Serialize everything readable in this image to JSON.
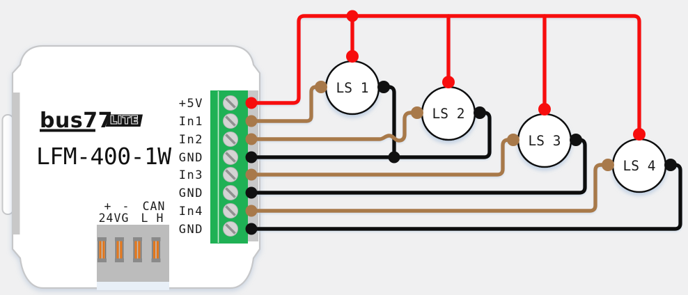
{
  "device": {
    "brand": "bus77",
    "badge": "LITE",
    "model": "LFM-400-1W",
    "terminals": [
      {
        "label": "+5V",
        "wire": "red"
      },
      {
        "label": "In1",
        "wire": "brown"
      },
      {
        "label": "In2",
        "wire": "brown"
      },
      {
        "label": "GND",
        "wire": "black"
      },
      {
        "label": "In3",
        "wire": "brown"
      },
      {
        "label": "GND",
        "wire": "black"
      },
      {
        "label": "In4",
        "wire": "brown"
      },
      {
        "label": "GND",
        "wire": "black"
      }
    ],
    "power_connector": {
      "plus": "+",
      "minus": "-",
      "can": "CAN",
      "v24": "24V",
      "g": "G",
      "l": "L",
      "h": "H"
    }
  },
  "sensors": [
    {
      "label": "LS 1"
    },
    {
      "label": "LS 2"
    },
    {
      "label": "LS 3"
    },
    {
      "label": "LS 4"
    }
  ],
  "connections": [
    {
      "color": "red",
      "from": "+5V",
      "to": "LS 1, LS 2, LS 3, LS 4 top terminals (shared +5V bus)"
    },
    {
      "color": "brown",
      "from": "In1",
      "to": "LS 1 left terminal"
    },
    {
      "color": "brown",
      "from": "In2",
      "to": "LS 2 left terminal"
    },
    {
      "color": "black",
      "from": "GND row 4",
      "to": "LS 1 right and LS 2 right terminals"
    },
    {
      "color": "brown",
      "from": "In3",
      "to": "LS 3 left terminal"
    },
    {
      "color": "black",
      "from": "GND row 6",
      "to": "LS 3 right terminal"
    },
    {
      "color": "brown",
      "from": "In4",
      "to": "LS 4 left terminal"
    },
    {
      "color": "black",
      "from": "GND row 8",
      "to": "LS 4 right terminal"
    }
  ],
  "colors": {
    "background": "#f0f0f1",
    "body_fill": "#ffffff",
    "body_border": "#c6c7c9",
    "rail_gray": "#c8c8c8",
    "terminal_green": "#1fb155",
    "terminal_divider": "#dcf2e1",
    "screw_gray": "#d4d4d4",
    "screw_slot": "#909090",
    "connector_gray": "#bcbcbc",
    "connector_strip": "#e8eff7",
    "pin_orange": "#e2761b",
    "pin_cap": "#8a8a8a",
    "wire_red": "#f70d0d",
    "wire_brown": "#a8794a",
    "wire_black": "#111111"
  }
}
